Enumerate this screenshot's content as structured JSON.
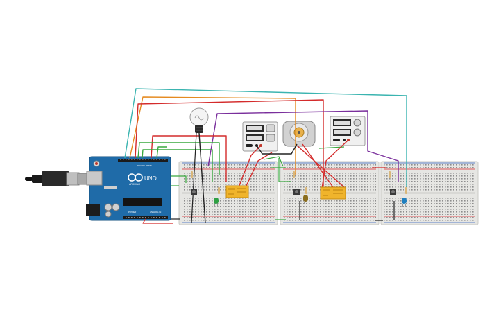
{
  "arduino": {
    "logo_text": "UNO",
    "brand_text": "ARDUINO",
    "digital_label": "DIGITAL (PWM~)",
    "analog_label": "ANALOG IN",
    "power_label": "POWER"
  },
  "power_supplies": [
    {
      "id": "supply-1"
    },
    {
      "id": "supply-2"
    }
  ],
  "relays": [
    {
      "id": "relay-1"
    },
    {
      "id": "relay-2"
    }
  ],
  "leds": [
    {
      "id": "led-1",
      "color": "#2ea043"
    },
    {
      "id": "led-2",
      "color": "#8a6d1c"
    },
    {
      "id": "led-3",
      "color": "#1f7fbf"
    }
  ],
  "colors": {
    "board": "#1f6ba8",
    "breadboard": "#e6e6e3",
    "rail_red": "#d9262a",
    "rail_blue": "#2f5fbf",
    "wire_red": "#d42b2b",
    "wire_green": "#39a83f",
    "wire_orange": "#e58a1f",
    "wire_purple": "#7a2f9c",
    "wire_teal": "#3ab4b0",
    "wire_black": "#222222",
    "relay": "#f0b42c"
  }
}
